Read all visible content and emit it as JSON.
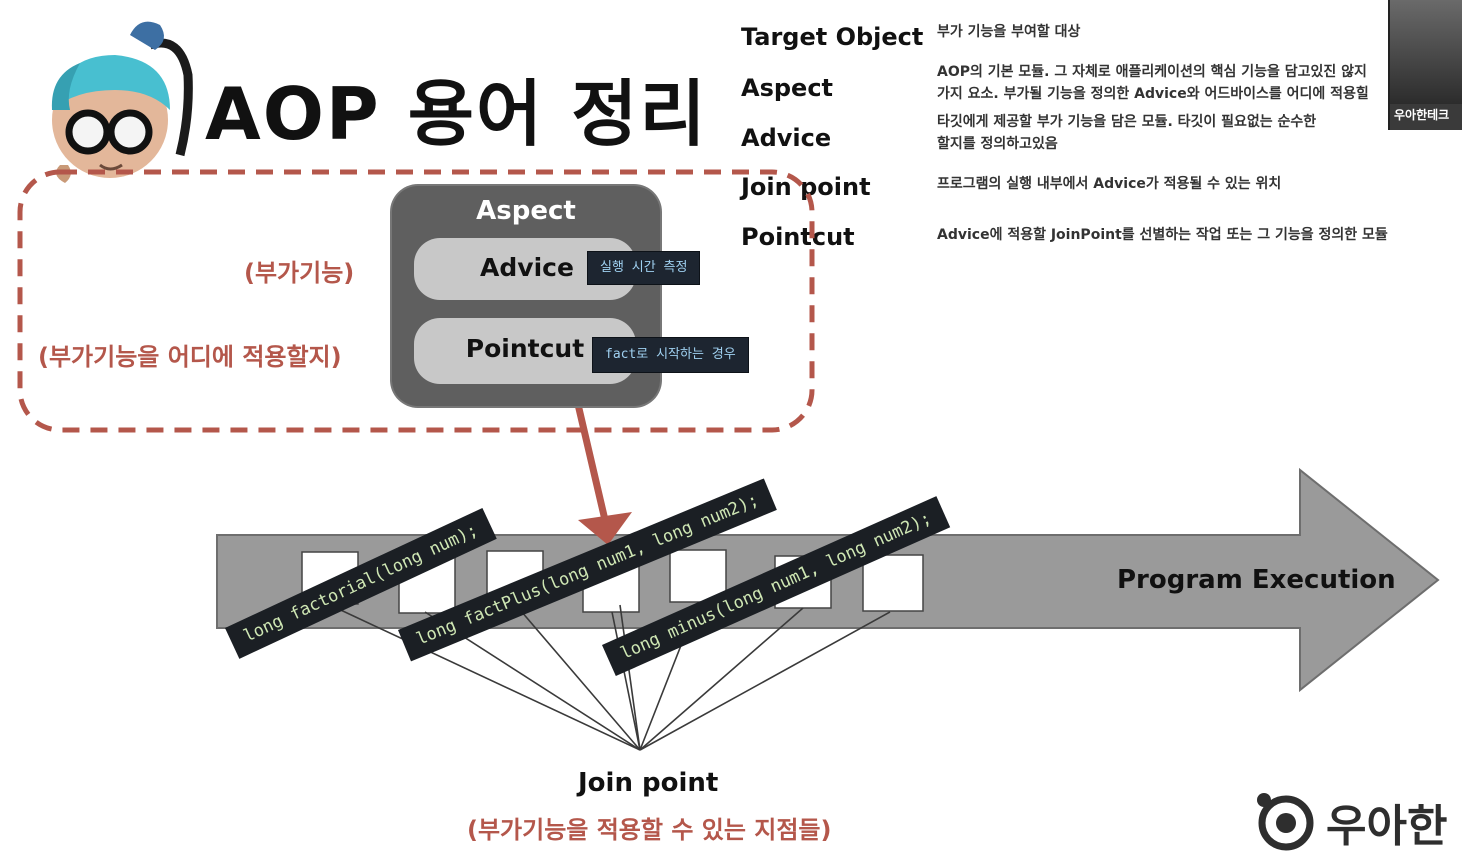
{
  "slide": {
    "title": "AOP 용어 정리"
  },
  "glossary": [
    {
      "term": "Target Object",
      "definition_lines": [
        "부가 기능을 부여할 대상"
      ]
    },
    {
      "term": "Aspect",
      "definition_lines": [
        "AOP의 기본 모듈. 그 자체로 애플리케이션의 핵심 기능을 담고있진 않지",
        "가지 요소. 부가될 기능을 정의한 Advice와 어드바이스를 어디에 적용힐"
      ]
    },
    {
      "term": "Advice",
      "definition_lines": [
        "타깃에게 제공할 부가 기능을 담은 모듈. 타깃이 필요없는 순수한",
        "할지를 정의하고있음"
      ]
    },
    {
      "term": "Join point",
      "definition_lines": [
        "프로그램의 실행 내부에서 Advice가 적용될 수 있는 위치"
      ]
    },
    {
      "term": "Pointcut",
      "definition_lines": [
        "Advice에 적용할 JoinPoint를 선별하는 작업 또는 그 기능을 정의한 모듈"
      ]
    }
  ],
  "diagram": {
    "label_advice_side": "(부가기능)",
    "label_pointcut_side": "(부가기능을 어디에 적용할지)",
    "aspect_label": "Aspect",
    "advice_label": "Advice",
    "advice_note": "실행 시간 측정",
    "pointcut_label": "Pointcut",
    "pointcut_note": "fact로 시작하는 경우",
    "program_execution_label": "Program Execution",
    "methods": [
      "long factorial(long num);",
      "long factPlus(long num1, long num2);",
      "long minus(long num1, long num2);"
    ],
    "join_point_label": "Join point",
    "join_point_sub": "(부가기능을 적용할 수 있는 지점들)"
  },
  "video_overlay": {
    "presenter_caption": "우아한테크"
  },
  "logo": {
    "text": "우아한"
  },
  "colors": {
    "accent_red": "#b4574b",
    "dashed_border": "#b4574b",
    "note_bg": "#1d2530",
    "arrow_gray": "#9a9a9a"
  },
  "icons": [
    "mascot-avatar",
    "woowa-logo-icon"
  ]
}
